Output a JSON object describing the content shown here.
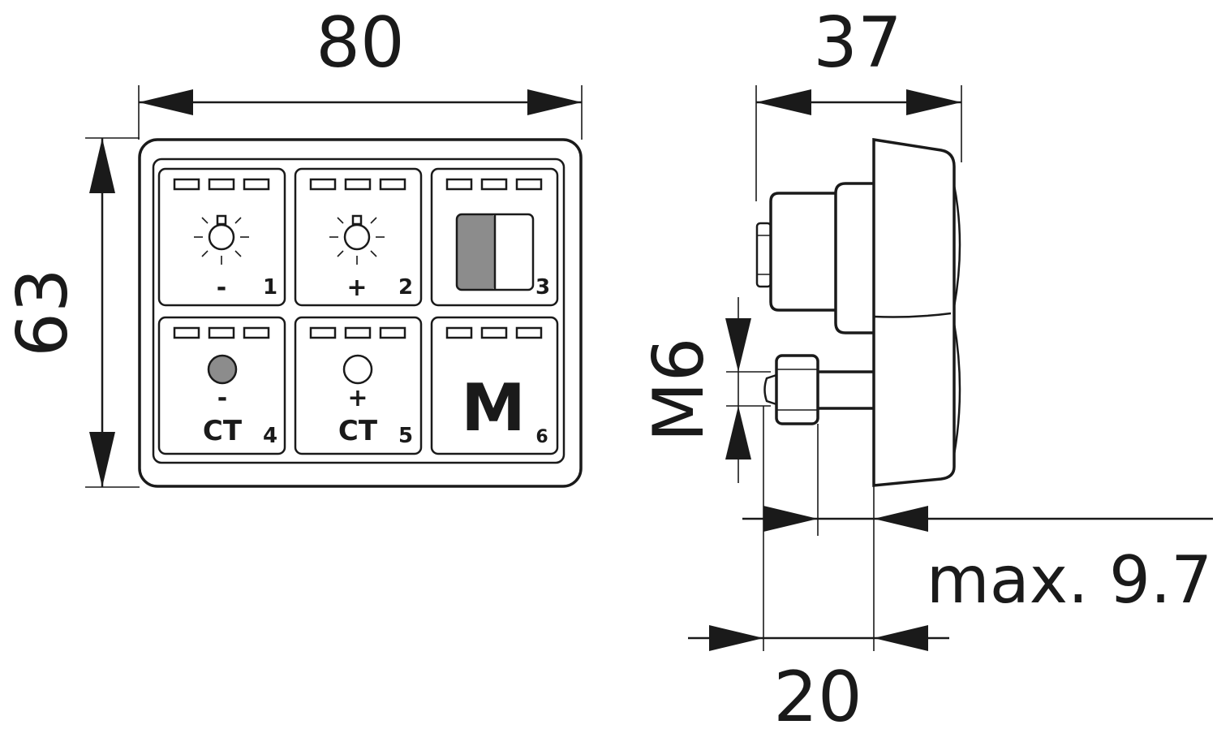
{
  "dimensions": {
    "width": "80",
    "height": "63",
    "depth": "37",
    "thread": "M6",
    "max_length": "max. 9.7",
    "mount_length": "20"
  },
  "keys": [
    {
      "number": "1",
      "symbol": "lamp",
      "sign": "-",
      "label": ""
    },
    {
      "number": "2",
      "symbol": "lamp",
      "sign": "+",
      "label": ""
    },
    {
      "number": "3",
      "symbol": "split-switch",
      "sign": "",
      "label": ""
    },
    {
      "number": "4",
      "symbol": "dot-filled",
      "sign": "-",
      "label": "CT"
    },
    {
      "number": "5",
      "symbol": "dot-hollow",
      "sign": "+",
      "label": "CT"
    },
    {
      "number": "6",
      "symbol": "letter",
      "sign": "",
      "label": "M"
    }
  ],
  "colors": {
    "line": "#1a1a1a",
    "fill_grey": "#8c8c8c"
  }
}
